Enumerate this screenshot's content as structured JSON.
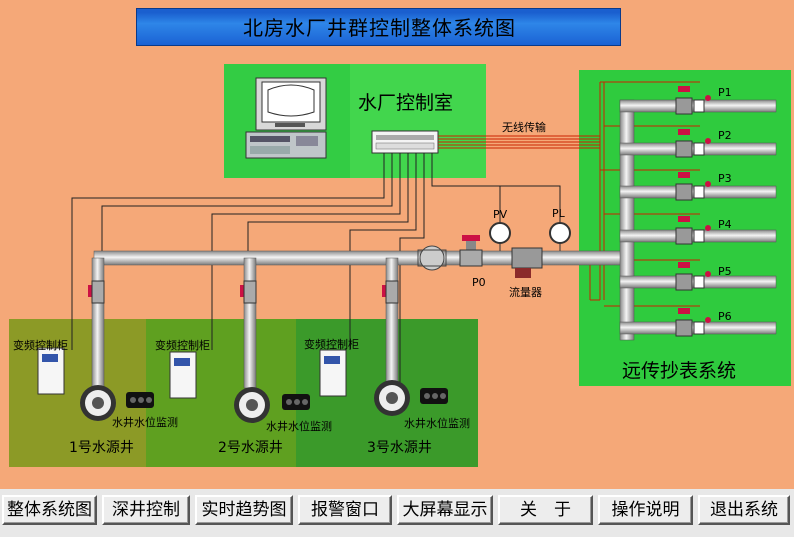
{
  "title": "北房水厂井群控制整体系统图",
  "control_room": {
    "label": "水厂控制室"
  },
  "wireless_label": "无线传输",
  "meter_system": {
    "label": "远传抄表系统",
    "points": [
      "P1",
      "P2",
      "P3",
      "P4",
      "P5",
      "P6"
    ]
  },
  "instruments": {
    "pv": "PV",
    "pl": "PL",
    "p0": "P0",
    "flowmeter": "流量器"
  },
  "wells": [
    {
      "cabinet": "变频控制柜",
      "level": "水井水位监测",
      "name": "1号水源井"
    },
    {
      "cabinet": "变频控制柜",
      "level": "水井水位监测",
      "name": "2号水源井"
    },
    {
      "cabinet": "变频控制柜",
      "level": "水井水位监测",
      "name": "3号水源井"
    }
  ],
  "toolbar": {
    "buttons": [
      "整体系统图",
      "深井控制",
      "实时趋势图",
      "报警窗口",
      "大屏幕显示",
      "关　于",
      "操作说明",
      "退出系统"
    ]
  },
  "colors": {
    "background": "#F5A878",
    "control_room": "#33CC44",
    "title_bar": "#1F6FD9",
    "wire": "#CC2200"
  }
}
